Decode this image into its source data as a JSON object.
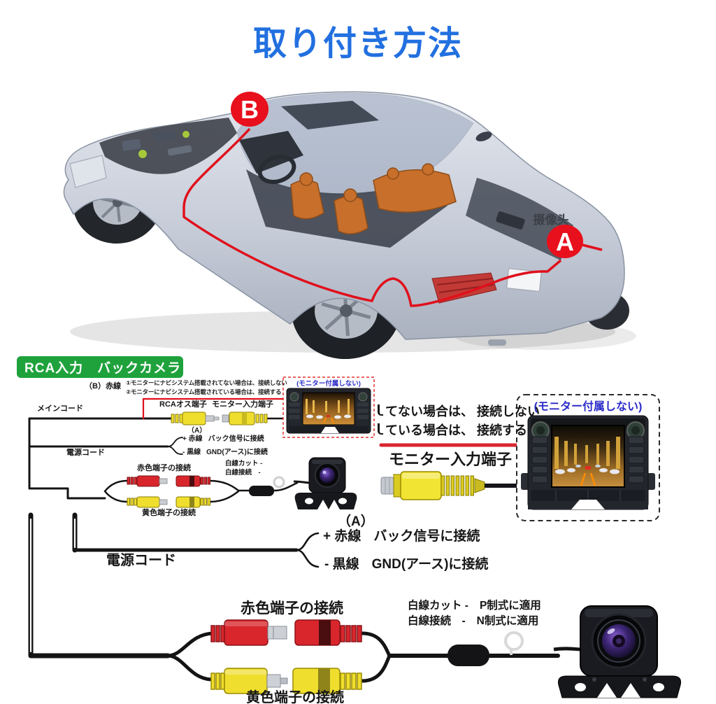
{
  "title": "取り付き方法",
  "car": {
    "point_b": "B",
    "point_a": "A",
    "camera_label": "摄像头"
  },
  "badge": {
    "label": "RCA入力　バックカメラ"
  },
  "small_diagram": {
    "b_red_wire": "（B）赤線",
    "note1": "①モニターにナビシステム搭載されてない場合は、接続しない",
    "note2": "②モニターにナビシステム搭載されている場合は、接続する",
    "main_cord": "メインコード",
    "rca_male_plug": "RCAオス端子",
    "monitor_input_jack": "モニター入力端子",
    "a_mark": "（A）",
    "plus_red": "+ 赤線",
    "plus_red_dest": "バック信号に接続",
    "minus_black": "- 黒線",
    "minus_black_dest": "GND(アース)に接続",
    "power_cord": "電源コード",
    "red_terminal": "赤色端子の接続",
    "yellow_terminal": "黄色端子の接続",
    "white_cut": "白線カット -",
    "white_connect": "白線接続　-",
    "monitor_note": "(モニター付属しない)"
  },
  "monitor_panel": {
    "cond1": "てない場合は、 接続しない",
    "cond2": "ている場合は、 接続する",
    "jack_label": "モニター入力端子",
    "note": "(モニター付属しない)"
  },
  "main_diagram": {
    "a_mark": "（A）",
    "plus_red": "+ 赤線",
    "plus_red_dest": "バック信号に接続",
    "minus_black": "- 黒線",
    "minus_black_dest": "GND(アース)に接続",
    "power_cord": "電源コード",
    "red_terminal": "赤色端子の接続",
    "yellow_terminal": "黄色端子の接続",
    "white_cut": "白線カット -",
    "white_cut_dest": "P制式に適用",
    "white_connect": "白線接続　-",
    "white_connect_dest": "N制式に適用"
  },
  "colors": {
    "title_blue": "#2270e0",
    "badge_green": "#1fa23c",
    "wire_red": "#e0101c",
    "connector_red": "#d8262c",
    "connector_yellow": "#f0de2e",
    "note_blue": "#2b2bc8"
  }
}
